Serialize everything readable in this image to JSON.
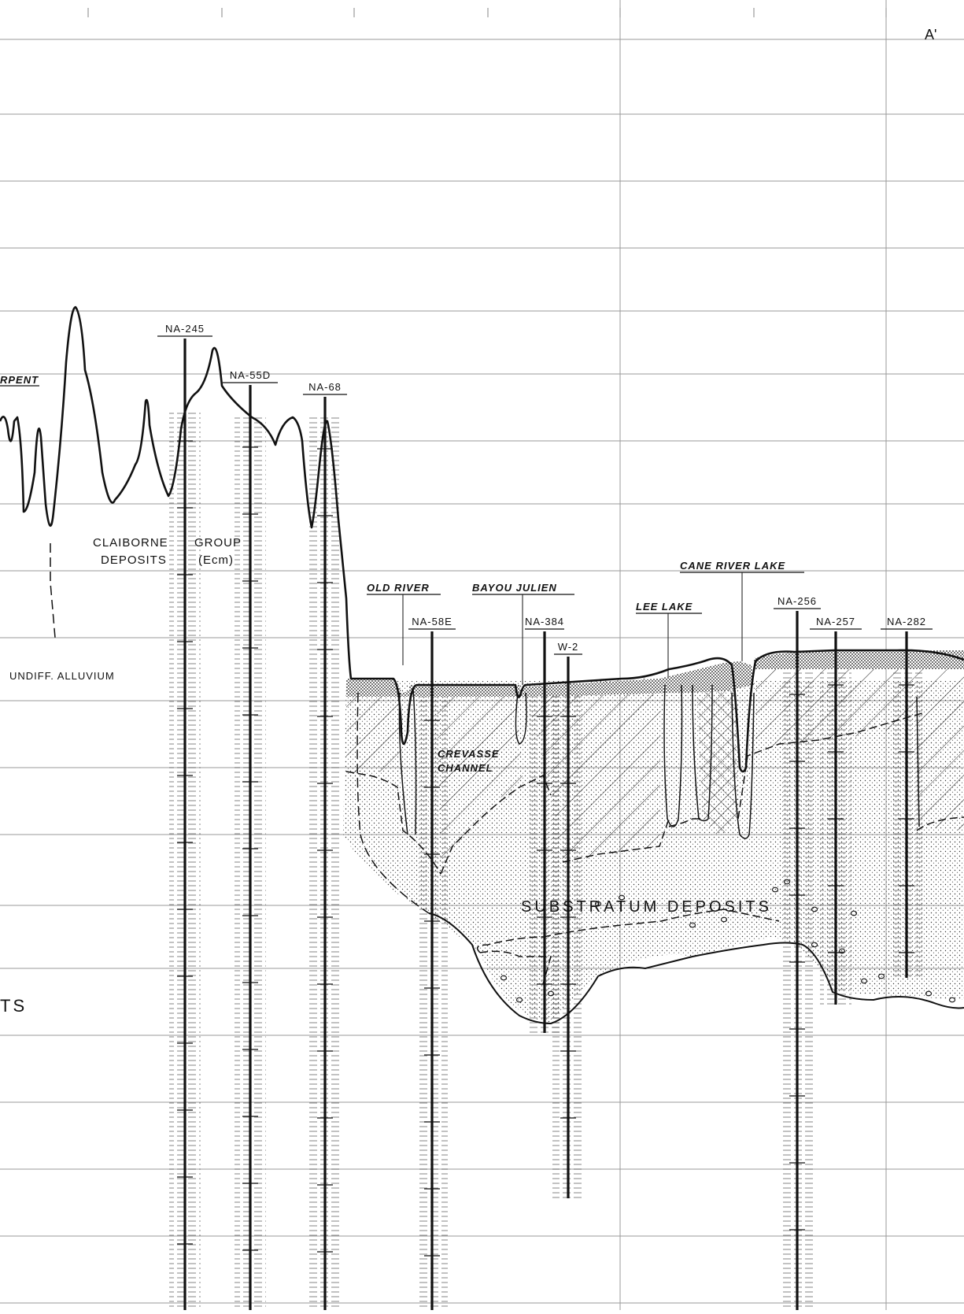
{
  "section_end_label": "A'",
  "feature_labels": {
    "serpent_partial": "RPENT",
    "old_river": "OLD RIVER",
    "bayou_julien": "BAYOU JULIEN",
    "lee_lake": "LEE LAKE",
    "cane_river_lake": "CANE RIVER LAKE"
  },
  "unit_labels": {
    "claiborne_line1": "CLAIBORNE",
    "claiborne_line2": "DEPOSITS",
    "group_line1": "GROUP",
    "group_line2": "(Ecm)",
    "undiff_alluvium": "UNDIFF. ALLUVIUM",
    "crevasse_line1": "CREVASSE",
    "crevasse_line2": "CHANNEL",
    "substratum": "SUBSTRATUM DEPOSITS",
    "partial_ts": "TS"
  },
  "borings": [
    {
      "id": "NA-245"
    },
    {
      "id": "NA-55D"
    },
    {
      "id": "NA-68"
    },
    {
      "id": "NA-58E"
    },
    {
      "id": "NA-384"
    },
    {
      "id": "W-2"
    },
    {
      "id": "NA-256"
    },
    {
      "id": "NA-257"
    },
    {
      "id": "NA-282"
    }
  ],
  "colors": {
    "ink": "#111111",
    "grid": "#9a9a9a",
    "paper": "#ffffff"
  }
}
